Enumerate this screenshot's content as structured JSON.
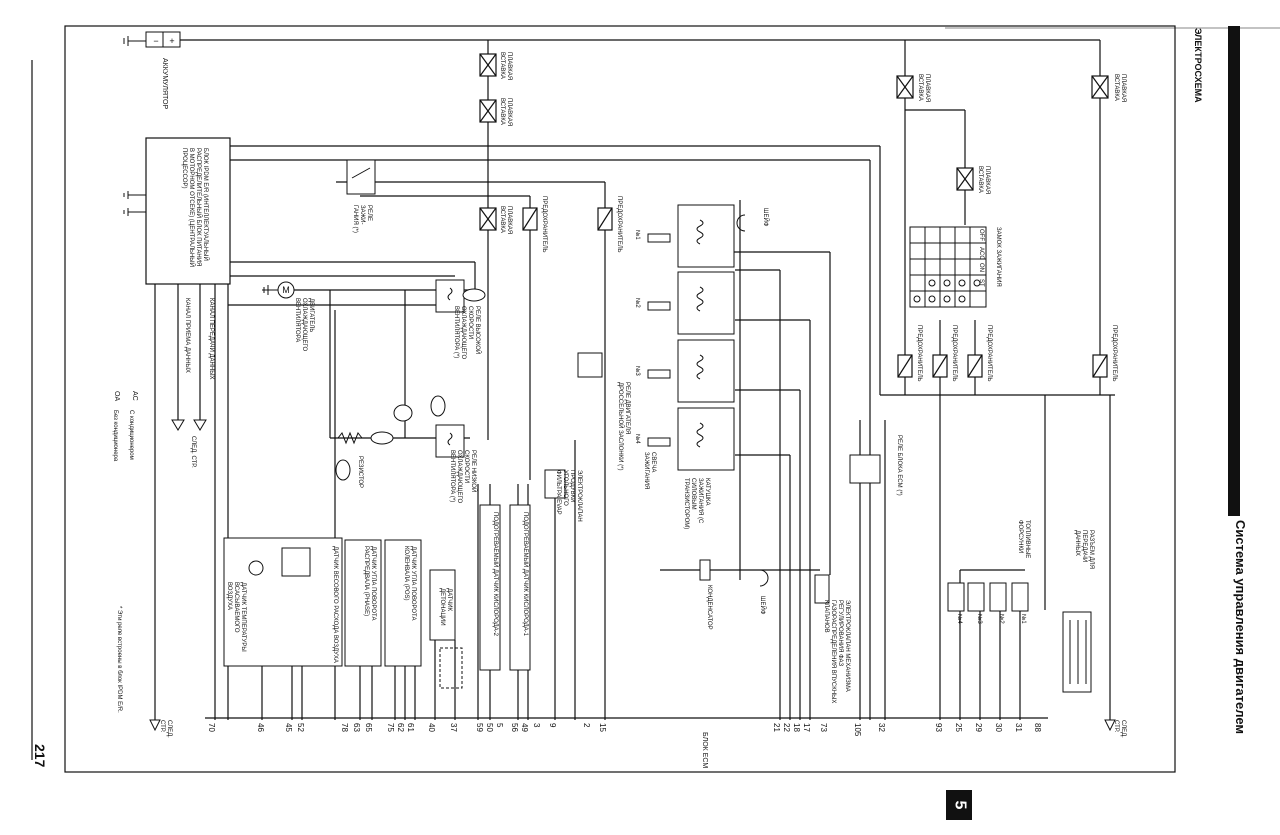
{
  "header": {
    "title": "Система управления двигателем",
    "section": "ЭЛЕКТРОСХЕМА",
    "page_number": "217",
    "chapter": "5"
  },
  "components": {
    "battery": "АККУМУЛЯТОР",
    "fuse": "ПЛАВКАЯ ВСТАВКА",
    "ipdm": "БЛОК IPDM E/R (ИНТЕЛЛЕКТУАЛЬНЫЙ РАСПРЕДЕЛИТЕЛЬНЫЙ БЛОК ПИТАНИЯ В МОТОРНОМ ОТСЕКЕ) (ЦЕНТРАЛЬНЫЙ ПРОЦЕССОР)",
    "ignition_relay": "РЕЛЕ ЗАЖИ- ГАНИЯ (*)",
    "ignition_switch": "ЗАМОК ЗАЖИГАНИЯ",
    "switch_positions": [
      "OFF",
      "ACC",
      "ON",
      "ST"
    ],
    "preventer": "ПРЕДОХРАНИТЕЛЬ",
    "fan_motor": "ДВИГАТЕЛЬ ОХЛАЖДАЮЩЕГО ВЕНТИЛЯТОРА",
    "fan_relay_high": "РЕЛЕ ВЫСОКОЙ СКОРОСТИ ОХЛАЖДАЮЩЕГО ВЕНТИЛЯТОРА (*)",
    "fan_relay_low": "РЕЛЕ НИЗКОЙ СКОРОСТИ ОХЛАЖДАЮЩЕГО ВЕНТИЛЯТОРА (*)",
    "resistor": "РЕЗИСТОР",
    "data_line_rx": "КАНАЛ ПРИЕМА ДАННЫХ",
    "data_line_tx": "КАНАЛ ПЕРЕДАЧИ ДАННЫХ",
    "next_page": "СЛЕД. СТР.",
    "legend_ac_tag": "AC",
    "legend_ac": "С кондиционером",
    "legend_oa_tag": "OA",
    "legend_oa": "Без кондиционера",
    "footnote": "* Эти реле встроены в блок IPDM E/R.",
    "throttle_relay": "РЕЛЕ ДВИГАТЕЛЯ ДРОССЕЛЬНОЙ ЗАСЛОНКИ (*)",
    "shield": "ШЕЙФ",
    "ignition_coil": "КАТУШКА ЗАЖИГАНИЯ (С СИЛОВЫМ ТРАНЗИСТОРОМ)",
    "spark_plug": "СВЕЧА ЗАЖИГАНИЯ",
    "cylinders": [
      "№1",
      "№2",
      "№3",
      "№4"
    ],
    "condenser": "КОНДЕНСАТОР",
    "evap_valve": "ЭЛЕКТРОКЛАПАН ПРОДУВКИ УГОЛЬНОГО ФИЛЬТРА EVAP",
    "o2_heater_1": "ПОДОГРЕВАЕМЫЙ ДАТЧИК КИСЛОРОДА-1",
    "o2_heater_2": "ПОДОГРЕВАЕМЫЙ ДАТЧИК КИСЛОРОДА-2",
    "knock_sensor": "ДАТЧИК ДЕТОНАЦИИ",
    "crank_sensor": "ДАТЧИК УГЛА ПОВОРОТА КОЛЕНВАЛА (POS)",
    "cam_sensor": "ДАТЧИК УГЛА ПОВОРОТА РАСПРЕДВАЛА (PHASE)",
    "maf_sensor": "ДАТЧИК ВЕСОВОГО РАСХОДА ВОЗДУХА",
    "iat_sensor": "ДАТЧИК ТЕМПЕРАТУРЫ ВСАСЫВАЕМОГО ВОЗДУХА",
    "ecm_relay": "РЕЛЕ БЛОКА ECM (*)",
    "ecm_block": "БЛОК ECM",
    "vtc_valve": "ЭЛЕКТРОКЛАПАН МЕХАНИЗМА РЕГУЛИРОВАНИЯ ФАЗ ГАЗОРАСПРЕДЕЛЕНИЯ ВПУСКНЫХ КЛАПАНОВ",
    "injectors": "ТОПЛИВНЫЕ ФОРСУНКИ",
    "diag_connector": "РАЗЪЕМ ДЛЯ ПЕРЕДАЧИ ДАННЫХ"
  },
  "ecm_pins": [
    "70",
    "46",
    "45",
    "52",
    "78",
    "63",
    "65",
    "75",
    "62",
    "61",
    "40",
    "37",
    "59",
    "50",
    "5",
    "56",
    "49",
    "3",
    "9",
    "2",
    "15",
    "21",
    "22",
    "18",
    "17",
    "73",
    "105",
    "32",
    "93",
    "25",
    "29",
    "30",
    "31",
    "88"
  ]
}
